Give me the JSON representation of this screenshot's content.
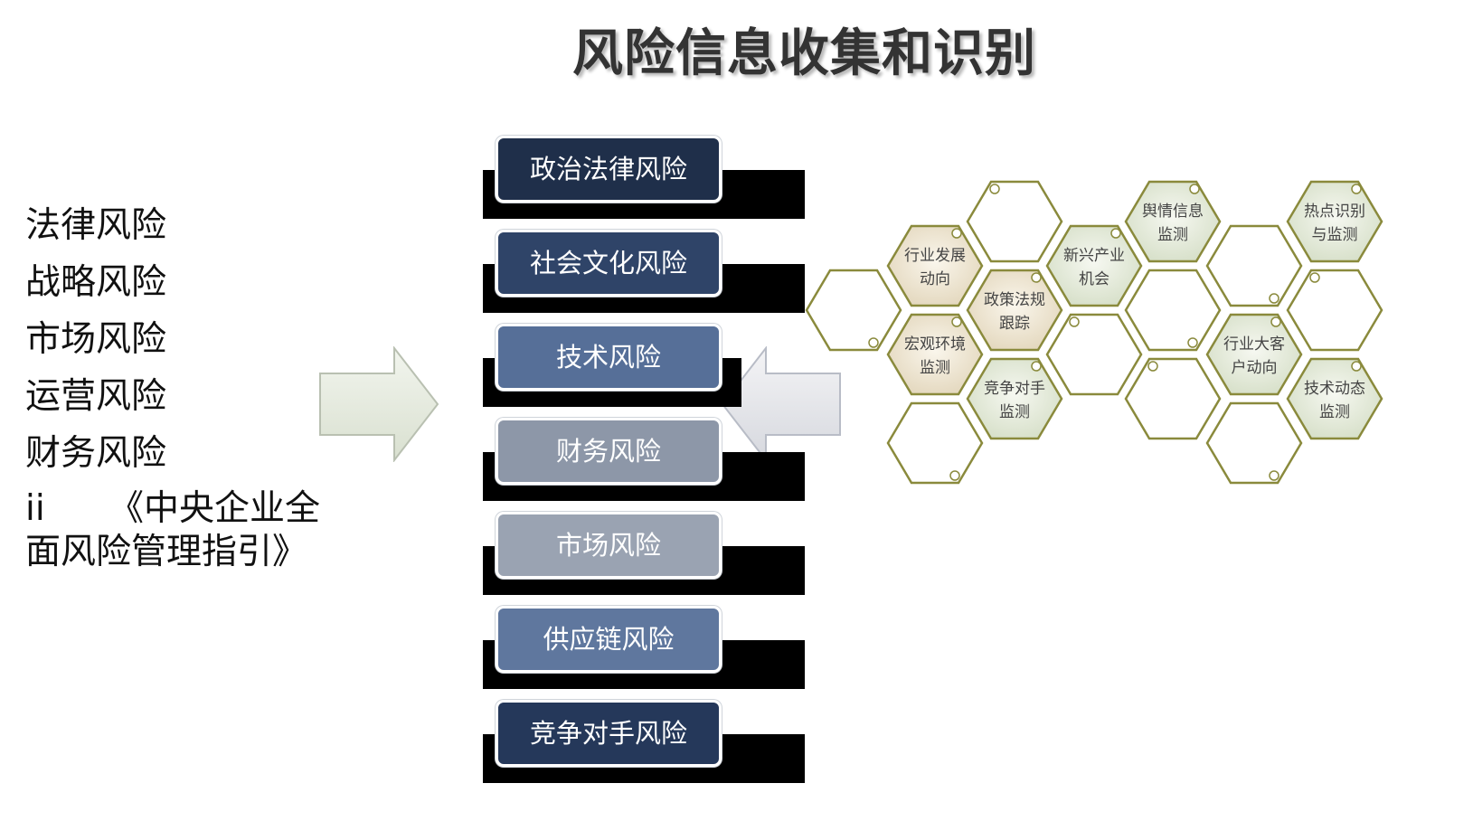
{
  "title": "风险信息收集和识别",
  "left_list": {
    "items": [
      "法律风险",
      "战略风险",
      "市场风险",
      "运营风险",
      "财务风险"
    ],
    "ref_prefix": "ii",
    "ref_line1": "《中央企业全",
    "ref_line2": "面风险管理指引》"
  },
  "risk_stack": [
    {
      "label": "政治法律风险",
      "color": "#1f2f4a"
    },
    {
      "label": "社会文化风险",
      "color": "#2f4468"
    },
    {
      "label": "技术风险",
      "color": "#566f98"
    },
    {
      "label": "财务风险",
      "color": "#8d97a8"
    },
    {
      "label": "市场风险",
      "color": "#9aa3b2"
    },
    {
      "label": "供应链风险",
      "color": "#5f779e"
    },
    {
      "label": "竞争对手风险",
      "color": "#25385a"
    }
  ],
  "hexagons": [
    {
      "line1": "行业发展",
      "line2": "动向"
    },
    {
      "line1": "政策法规",
      "line2": "跟踪"
    },
    {
      "line1": "宏观环境",
      "line2": "监测"
    },
    {
      "line1": "竞争对手",
      "line2": "监测"
    },
    {
      "line1": "新兴产业",
      "line2": "机会"
    },
    {
      "line1": "舆情信息",
      "line2": "监测"
    },
    {
      "line1": "热点识别",
      "line2": "与监测"
    },
    {
      "line1": "行业大客",
      "line2": "户动向"
    },
    {
      "line1": "技术动态",
      "line2": "监测"
    }
  ],
  "colors": {
    "hex_stroke": "#8a8a3c",
    "hex_fill_warm": "#e8dfca",
    "hex_fill_green": "#dfe6d4",
    "arrow_fill": "#e4e9de"
  }
}
